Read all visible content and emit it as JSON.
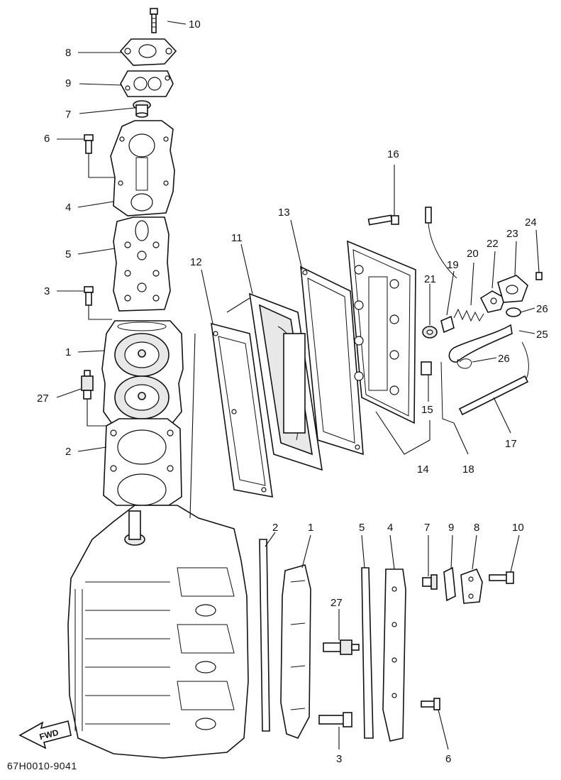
{
  "diagram": {
    "reference_code": "67H0010-9041",
    "direction_label": "FWD",
    "callouts_upper_left": [
      "10",
      "8",
      "9",
      "7",
      "6",
      "4",
      "5",
      "3",
      "1",
      "27",
      "2"
    ],
    "callouts_upper_right": [
      "16",
      "13",
      "11",
      "12",
      "24",
      "23",
      "22",
      "20",
      "19",
      "21",
      "26",
      "25",
      "26",
      "15",
      "17",
      "14",
      "18"
    ],
    "callouts_lower": [
      "2",
      "1",
      "5",
      "4",
      "7",
      "9",
      "8",
      "10",
      "27",
      "3",
      "6"
    ]
  }
}
